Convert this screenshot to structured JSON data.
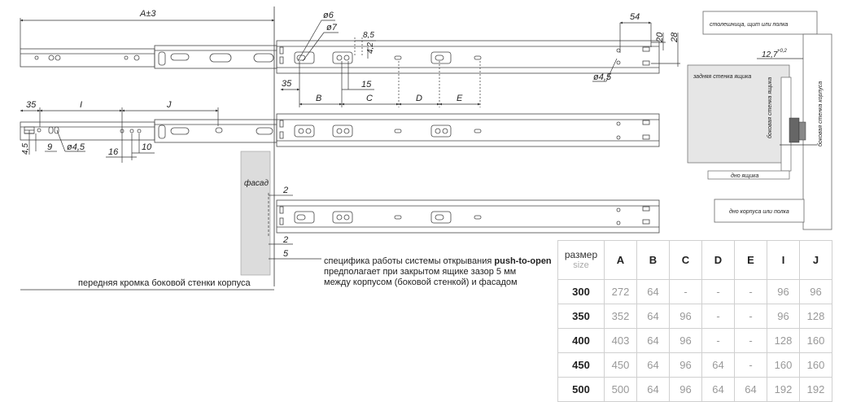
{
  "dimensions": {
    "a_tol": "A±3",
    "d6": "ø6",
    "d7": "ø7",
    "w85": "8,5",
    "h42": "4,2",
    "w54": "54",
    "v20": "20",
    "v28": "28",
    "v127": "12,7",
    "v127sup": "+0,2",
    "d45_right": "ø4,5",
    "v35_top": "35",
    "v15": "15",
    "B": "B",
    "C": "C",
    "D": "D",
    "E": "E",
    "v35_left": "35",
    "I": "I",
    "J": "J",
    "v45": "4,5",
    "v9": "9",
    "d45_left": "ø4,5",
    "v16": "16",
    "v10": "10",
    "v2a": "2",
    "v2b": "2",
    "v5": "5"
  },
  "labels": {
    "facade": "фасад",
    "countertop": "столешница, щит или полка",
    "back_wall": "задняя стенка ящика",
    "drawer_side": "боковая стенка ящика",
    "cabinet_side": "боковая стенка корпуса",
    "drawer_bottom": "дно ящика",
    "cabinet_bottom": "дно корпуса или полка",
    "front_edge": "передняя кромка боковой стенки корпуса"
  },
  "note": {
    "line1_prefix": "специфика работы системы открывания ",
    "line1_bold": "push-to-open",
    "line2": "предполагает при закрытом ящике зазор 5 мм",
    "line3": "между корпусом (боковой стенкой) и фасадом"
  },
  "table": {
    "corner_title": "размер",
    "corner_sub": "size",
    "headers": [
      "A",
      "B",
      "C",
      "D",
      "E",
      "I",
      "J"
    ],
    "rows": [
      {
        "size": "300",
        "values": [
          "272",
          "64",
          "-",
          "-",
          "-",
          "96",
          "96"
        ]
      },
      {
        "size": "350",
        "values": [
          "352",
          "64",
          "96",
          "-",
          "-",
          "96",
          "128"
        ]
      },
      {
        "size": "400",
        "values": [
          "403",
          "64",
          "96",
          "-",
          "-",
          "128",
          "160"
        ]
      },
      {
        "size": "450",
        "values": [
          "450",
          "64",
          "96",
          "64",
          "-",
          "160",
          "160"
        ]
      },
      {
        "size": "500",
        "values": [
          "500",
          "64",
          "96",
          "64",
          "64",
          "192",
          "192"
        ]
      }
    ]
  },
  "colors": {
    "line": "#333333",
    "light": "#888888",
    "fill_facade": "#dcdcdc"
  }
}
